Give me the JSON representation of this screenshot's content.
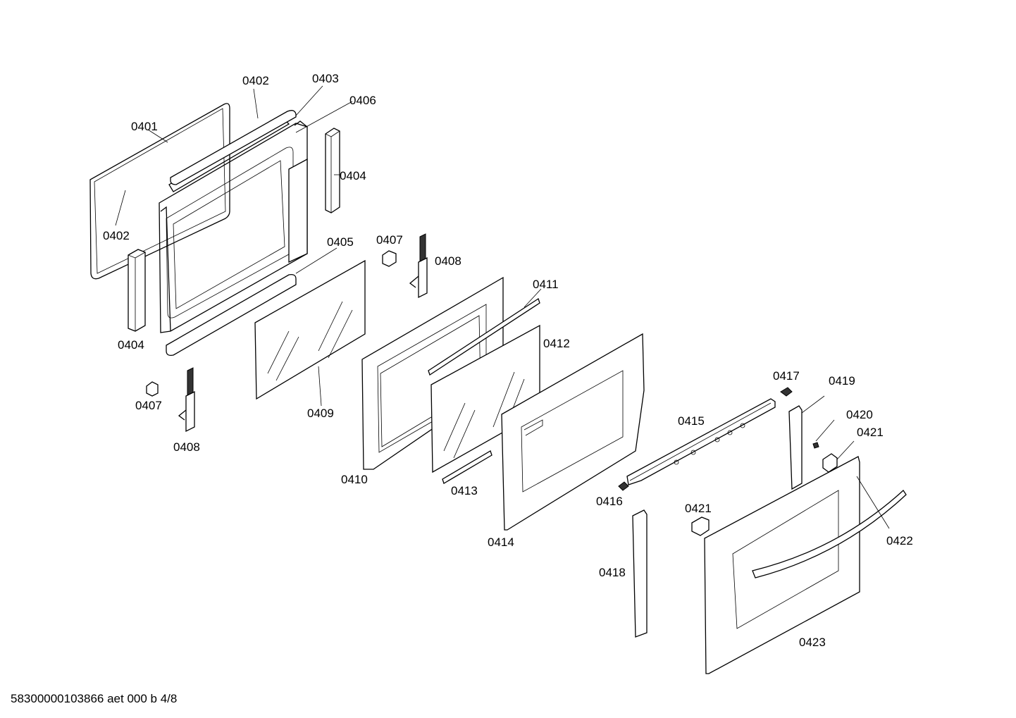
{
  "diagram": {
    "parts": [
      {
        "id": "p0401a",
        "label": "0401"
      },
      {
        "id": "p0402a",
        "label": "0402"
      },
      {
        "id": "p0402b",
        "label": "0402"
      },
      {
        "id": "p0403",
        "label": "0403"
      },
      {
        "id": "p0406",
        "label": "0406"
      },
      {
        "id": "p0404a",
        "label": "0404"
      },
      {
        "id": "p0404b",
        "label": "0404"
      },
      {
        "id": "p0405",
        "label": "0405"
      },
      {
        "id": "p0407a",
        "label": "0407"
      },
      {
        "id": "p0407b",
        "label": "0407"
      },
      {
        "id": "p0408a",
        "label": "0408"
      },
      {
        "id": "p0408b",
        "label": "0408"
      },
      {
        "id": "p0409",
        "label": "0409"
      },
      {
        "id": "p0410",
        "label": "0410"
      },
      {
        "id": "p0411",
        "label": "0411"
      },
      {
        "id": "p0412",
        "label": "0412"
      },
      {
        "id": "p0413",
        "label": "0413"
      },
      {
        "id": "p0414",
        "label": "0414"
      },
      {
        "id": "p0415",
        "label": "0415"
      },
      {
        "id": "p0416",
        "label": "0416"
      },
      {
        "id": "p0417",
        "label": "0417"
      },
      {
        "id": "p0418",
        "label": "0418"
      },
      {
        "id": "p0419",
        "label": "0419"
      },
      {
        "id": "p0420",
        "label": "0420"
      },
      {
        "id": "p0421a",
        "label": "0421"
      },
      {
        "id": "p0421b",
        "label": "0421"
      },
      {
        "id": "p0422",
        "label": "0422"
      },
      {
        "id": "p0423",
        "label": "0423"
      }
    ],
    "footer": "58300000103866 aet 000 b 4/8"
  }
}
